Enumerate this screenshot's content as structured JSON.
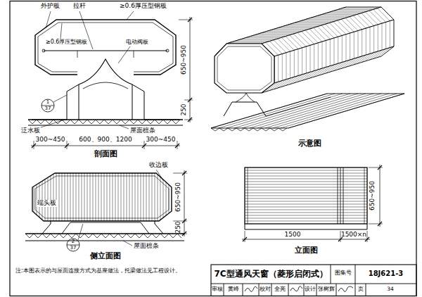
{
  "diagram": {
    "title": "7C型通风天窗（菱形启闭式）",
    "labels": [
      "外护板",
      "拉杆",
      "≥0.6厚压型钢板",
      "≥0.6厚压型钢板",
      "电动阀板",
      "650~950",
      "250",
      "1",
      "37",
      "泛水板",
      "屋面檩条",
      "300~450",
      "600、900、1200",
      "300~450",
      "剖面图",
      "示意图",
      "收边板",
      "端头板",
      "650~950",
      "250",
      "2",
      "37",
      "屋面檩条",
      "侧立面图",
      "650~950",
      "1500",
      "1500×n",
      "立面图",
      "注:本图表示的与屋面连接方式为基座做法，托梁做法见工程设计。",
      "图集号",
      "18J621-3",
      "审核",
      "黄峰",
      "校对",
      "全亮",
      "设计",
      "张树辉",
      "页",
      "34"
    ]
  }
}
